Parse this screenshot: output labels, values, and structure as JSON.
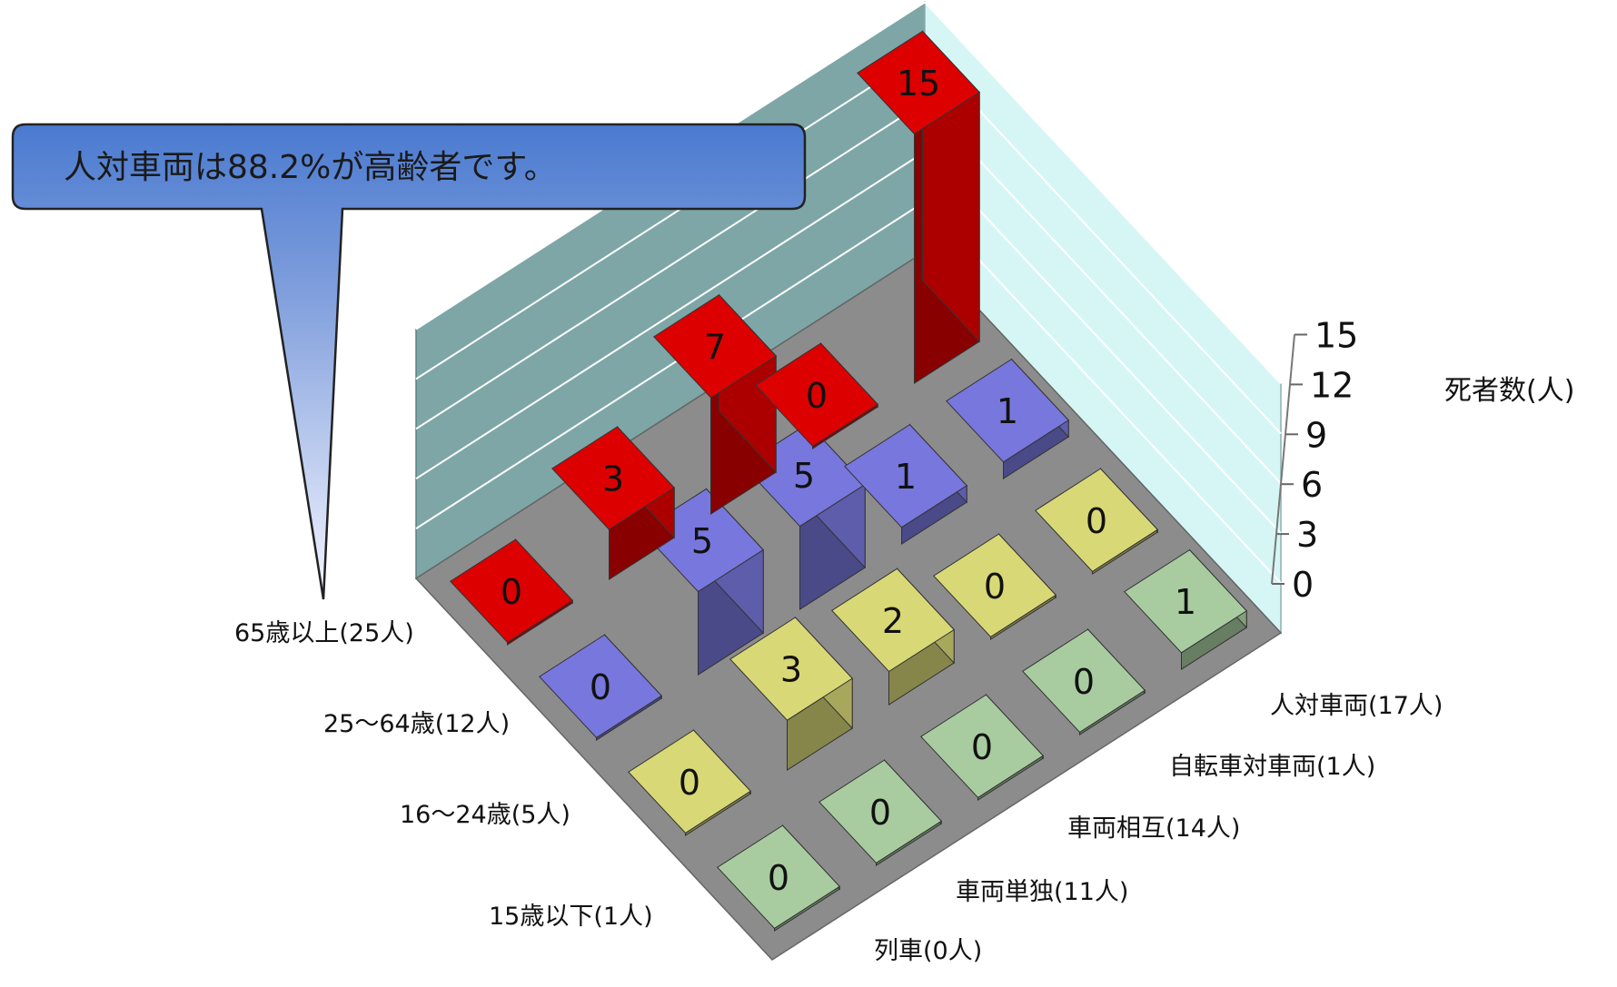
{
  "callout": {
    "text": "人対車両は88.2%が高齢者です。"
  },
  "chart_data": {
    "type": "bar3d",
    "zlabel": "死者数(人)",
    "zticks": [
      "0",
      "3",
      "6",
      "9",
      "12",
      "15"
    ],
    "zlim": [
      0,
      15
    ],
    "age_groups": [
      "65歳以上(25人)",
      "25～64歳(12人)",
      "16～24歳(5人)",
      "15歳以下(1人)"
    ],
    "accident_types": [
      "列車(0人)",
      "車両単独(11人)",
      "車両相互(14人)",
      "自転車対車両(1人)",
      "人対車両(17人)"
    ],
    "series": [
      {
        "name": "65歳以上(25人)",
        "color": "#dd0000",
        "values": [
          0,
          3,
          7,
          0,
          15
        ]
      },
      {
        "name": "25～64歳(12人)",
        "color": "#7777dd",
        "values": [
          0,
          5,
          5,
          1,
          1
        ]
      },
      {
        "name": "16～24歳(5人)",
        "color": "#d8d877",
        "values": [
          0,
          3,
          2,
          0,
          0
        ]
      },
      {
        "name": "15歳以下(1人)",
        "color": "#a8cca0",
        "values": [
          0,
          0,
          0,
          0,
          1
        ]
      }
    ]
  }
}
